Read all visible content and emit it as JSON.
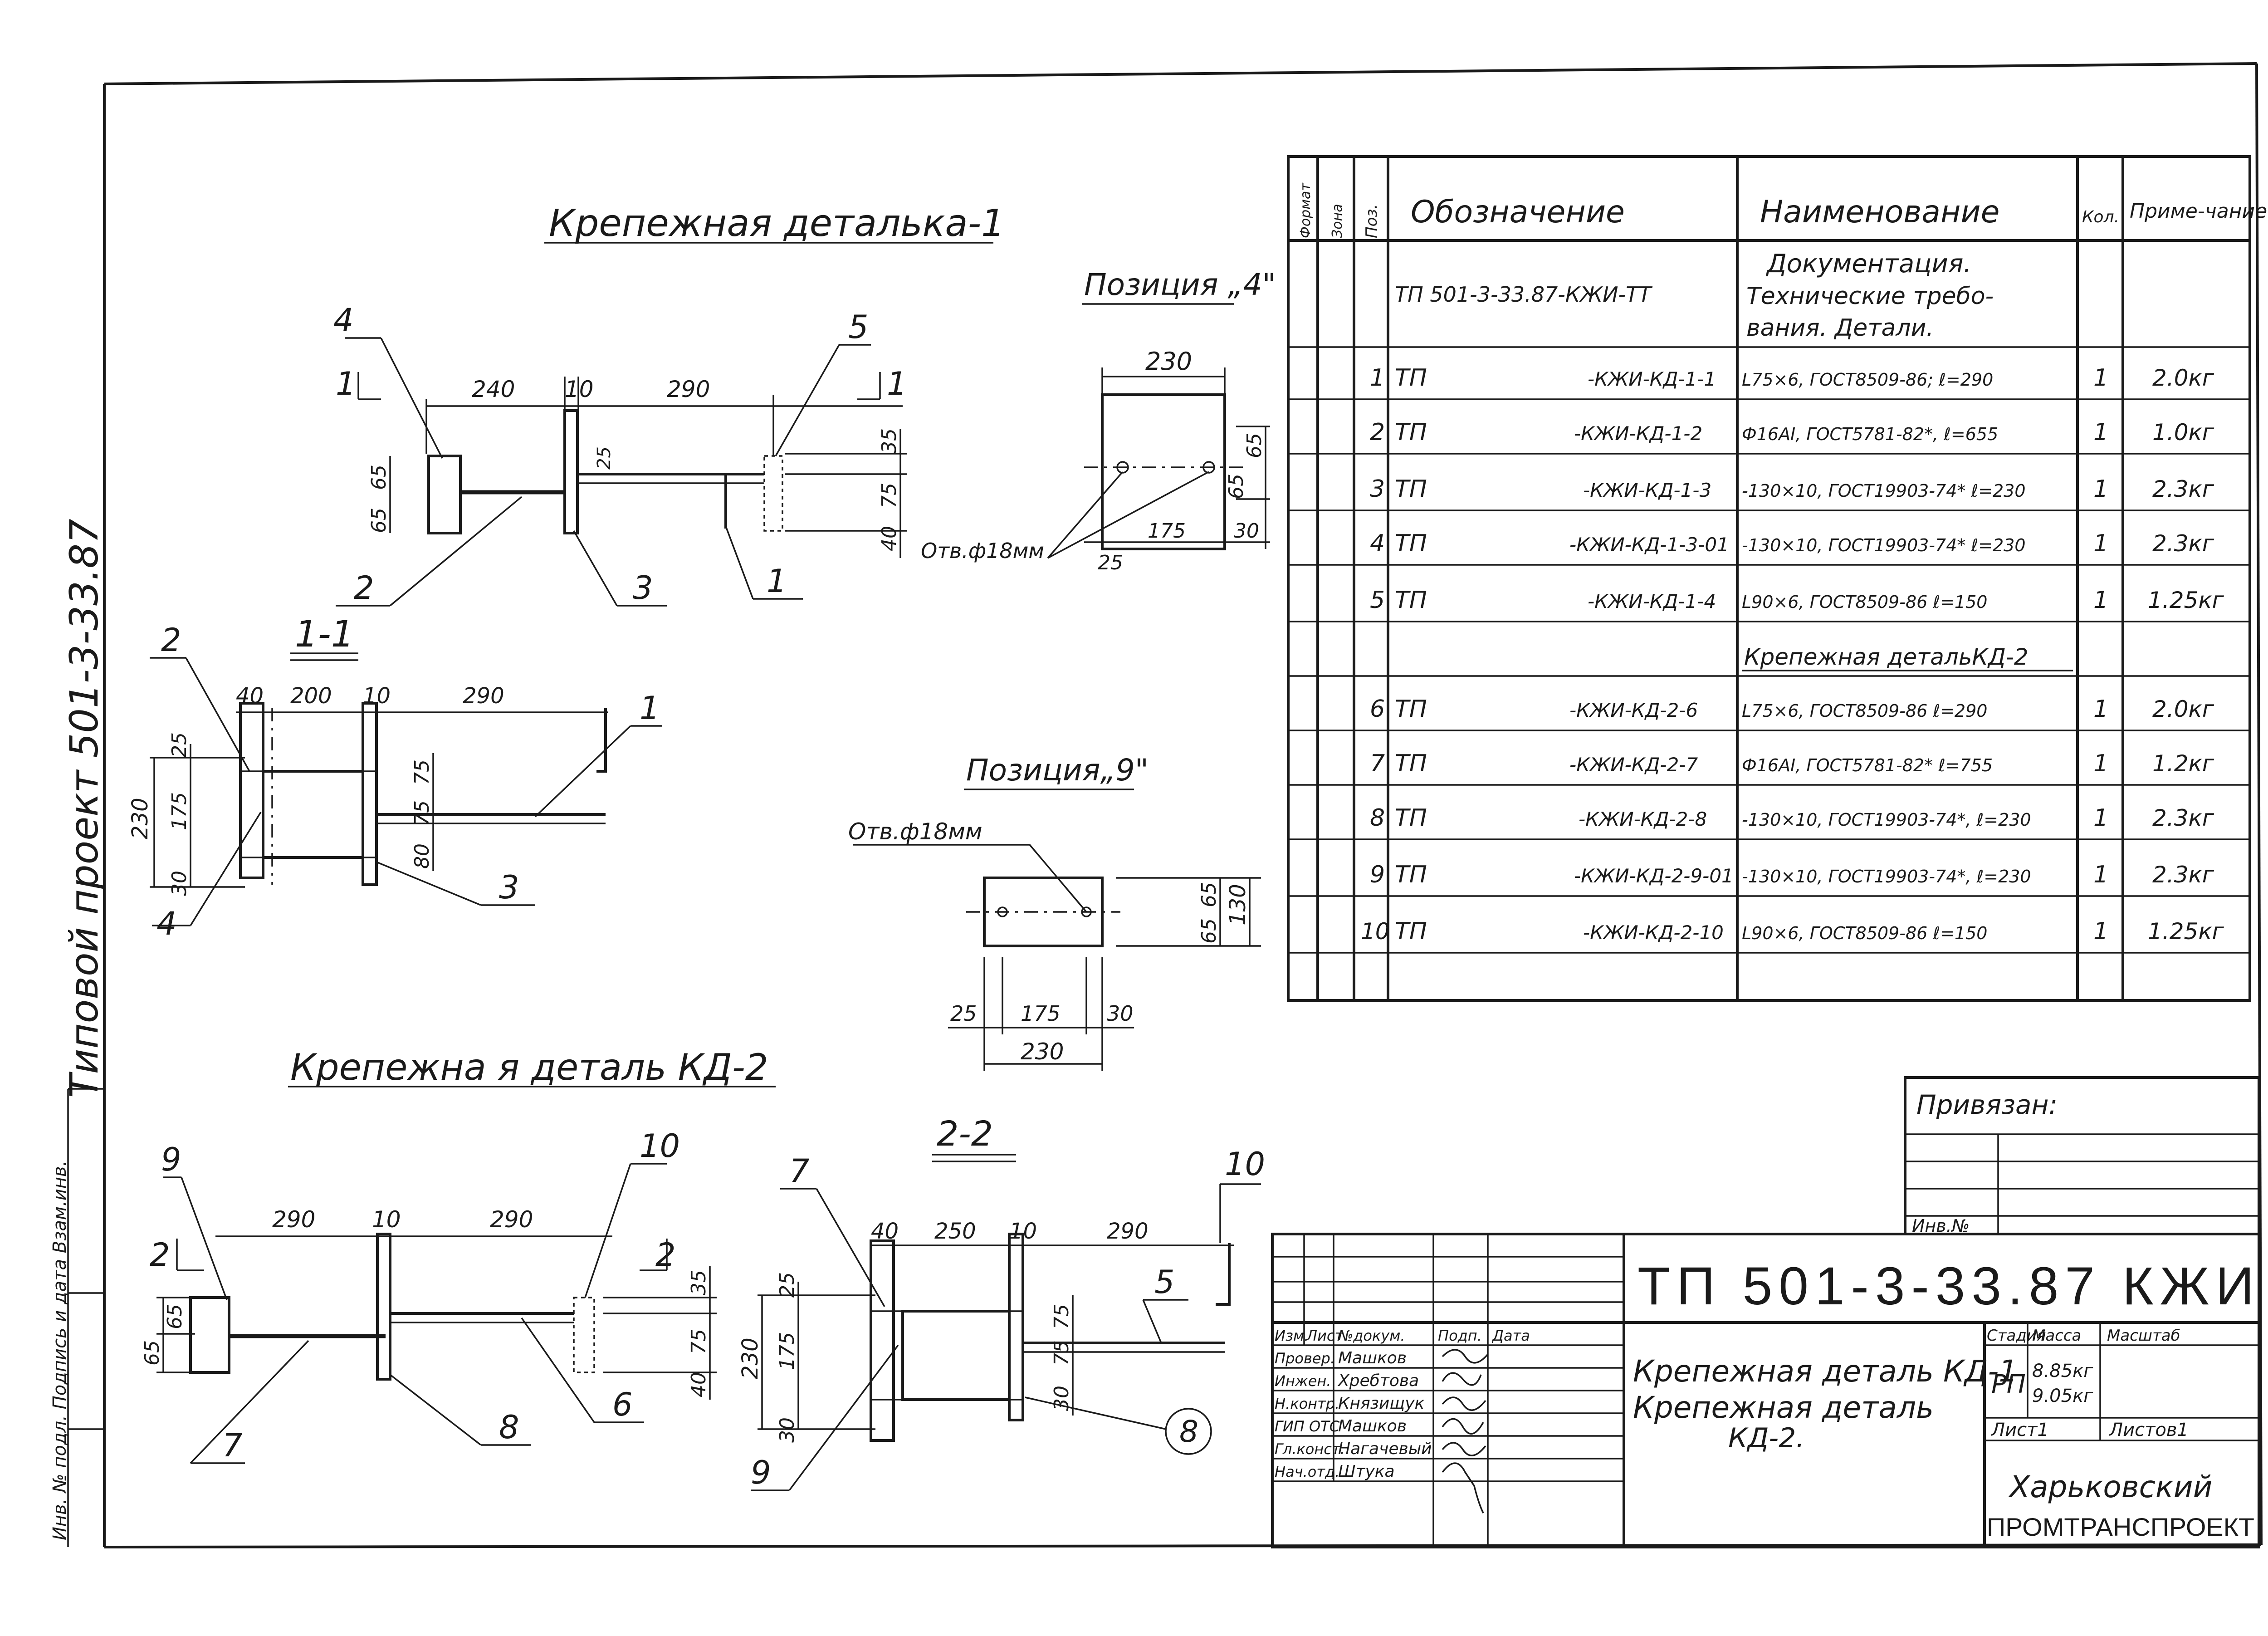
{
  "side_label": "Типовой проект 501-3-33.87",
  "side_stamp": "Инв. № подл. Подпись и дата Взам.инв.",
  "kd1": {
    "title": "Крепежная деталька-1",
    "section_mark": "1",
    "dims_top": [
      "240",
      "10",
      "290"
    ],
    "dims_left": [
      "65",
      "65"
    ],
    "dims_right": [
      "35",
      "25",
      "75",
      "40"
    ],
    "callouts": [
      "4",
      "5",
      "2",
      "3",
      "1"
    ]
  },
  "section11": {
    "title": "1-1",
    "dims_top": [
      "40",
      "200",
      "10",
      "290"
    ],
    "dims_left": [
      "25",
      "230",
      "175",
      "30"
    ],
    "dims_right": [
      "75",
      "75",
      "80"
    ],
    "callouts": [
      "2",
      "1",
      "4",
      "3"
    ]
  },
  "pos4": {
    "title": "Позиция „4\"",
    "dim_top": "230",
    "dims_right": [
      "65",
      "65"
    ],
    "dims_bottom": [
      "25",
      "175",
      "30"
    ],
    "hole_label": "Отв.ф18мм"
  },
  "pos9": {
    "title": "Позиция„9\"",
    "hole_label": "Отв.ф18мм",
    "dims_right": [
      "65",
      "65",
      "130"
    ],
    "dims_bottom": [
      "25",
      "175",
      "30"
    ],
    "dim_total": "230"
  },
  "kd2": {
    "title": "Крепежна я деталь КД-2",
    "section_mark": "2",
    "dims_top": [
      "290",
      "10",
      "290"
    ],
    "dims_left": [
      "65",
      "65"
    ],
    "dims_right": [
      "35",
      "75",
      "40"
    ],
    "callouts": [
      "9",
      "10",
      "7",
      "8",
      "6"
    ]
  },
  "section22": {
    "title": "2-2",
    "dims_top": [
      "40",
      "250",
      "10",
      "290"
    ],
    "dims_left": [
      "25",
      "230",
      "175",
      "30"
    ],
    "dims_right": [
      "75",
      "75",
      "30"
    ],
    "callouts": [
      "7",
      "10",
      "5",
      "9",
      "8"
    ]
  },
  "spec": {
    "headers": [
      "Формат",
      "Зона",
      "Поз.",
      "Обозначение",
      "Наименование",
      "Кол.",
      "Приме-чание"
    ],
    "doc_row": {
      "designation": "ТП 501-3-33.87-КЖИ-ТТ",
      "name_lines": [
        "Документация.",
        "Технические требо-",
        "вания. Детали."
      ]
    },
    "rows_kd1": [
      {
        "pos": "1",
        "prefix": "ТП",
        "code": "-КЖИ-КД-1-1",
        "name": "L75×6, ГОСТ8509-86; ℓ=290",
        "qty": "1",
        "note": "2.0кг"
      },
      {
        "pos": "2",
        "prefix": "ТП",
        "code": "-КЖИ-КД-1-2",
        "name": "Ф16АI, ГОСТ5781-82*, ℓ=655",
        "qty": "1",
        "note": "1.0кг"
      },
      {
        "pos": "3",
        "prefix": "ТП",
        "code": "-КЖИ-КД-1-3",
        "name": "-130×10, ГОСТ19903-74* ℓ=230",
        "qty": "1",
        "note": "2.3кг"
      },
      {
        "pos": "4",
        "prefix": "ТП",
        "code": "-КЖИ-КД-1-3-01",
        "name": "-130×10, ГОСТ19903-74* ℓ=230",
        "qty": "1",
        "note": "2.3кг"
      },
      {
        "pos": "5",
        "prefix": "ТП",
        "code": "-КЖИ-КД-1-4",
        "name": "L90×6, ГОСТ8509-86 ℓ=150",
        "qty": "1",
        "note": "1.25кг"
      }
    ],
    "kd2_header": "Крепежная детальКД-2",
    "rows_kd2": [
      {
        "pos": "6",
        "prefix": "ТП",
        "code": "-КЖИ-КД-2-6",
        "name": "L75×6, ГОСТ8509-86 ℓ=290",
        "qty": "1",
        "note": "2.0кг"
      },
      {
        "pos": "7",
        "prefix": "ТП",
        "code": "-КЖИ-КД-2-7",
        "name": "Ф16АI, ГОСТ5781-82* ℓ=755",
        "qty": "1",
        "note": "1.2кг"
      },
      {
        "pos": "8",
        "prefix": "ТП",
        "code": "-КЖИ-КД-2-8",
        "name": "-130×10, ГОСТ19903-74*, ℓ=230",
        "qty": "1",
        "note": "2.3кг"
      },
      {
        "pos": "9",
        "prefix": "ТП",
        "code": "-КЖИ-КД-2-9-01",
        "name": "-130×10, ГОСТ19903-74*, ℓ=230",
        "qty": "1",
        "note": "2.3кг"
      },
      {
        "pos": "10",
        "prefix": "ТП",
        "code": "-КЖИ-КД-2-10",
        "name": "L90×6, ГОСТ8509-86 ℓ=150",
        "qty": "1",
        "note": "1.25кг"
      }
    ]
  },
  "privyazan": {
    "label": "Привязан:",
    "inv": "Инв.№"
  },
  "title_block": {
    "code": "ТП 501-3-33.87 КЖИ",
    "col_headers": [
      "Изм.",
      "Лист",
      "№докум.",
      "Подп.",
      "Дата"
    ],
    "signers": [
      {
        "role": "Провер.",
        "name": "Машков"
      },
      {
        "role": "Инжен.",
        "name": "Хребтова"
      },
      {
        "role": "Н.контр.",
        "name": "Князищук"
      },
      {
        "role": "ГИП ОТС",
        "name": "Машков"
      },
      {
        "role": "Гл.конст.",
        "name": "Нагачевый"
      },
      {
        "role": "Нач.отд.",
        "name": "Штука"
      }
    ],
    "description_lines": [
      "Крепежная деталь КД-1",
      "Крепежная деталь",
      "КД-2."
    ],
    "stage_header": "Стадия",
    "mass_header": "Масса",
    "scale_header": "Масштаб",
    "stage": "РП",
    "mass": [
      "8.85кг",
      "9.05кг"
    ],
    "sheet": "Лист1",
    "sheets": "Листов1",
    "org_line1": "Харьковский",
    "org_line2": "ПРОМТРАНСПРОЕКТ"
  }
}
